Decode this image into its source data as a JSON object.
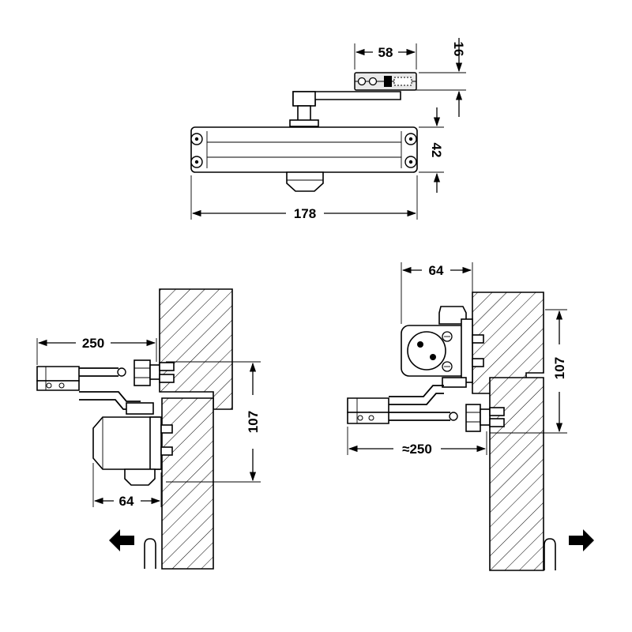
{
  "top_view": {
    "dims": {
      "arm_shoe_width": "58",
      "arm_shoe_height": "16",
      "body_height": "42",
      "body_length": "178"
    }
  },
  "left_view": {
    "dims": {
      "arm_reach": "250",
      "mount_height": "107",
      "body_depth": "64"
    },
    "direction_arrow": "arrow-left-icon"
  },
  "right_view": {
    "dims": {
      "body_depth": "64",
      "mount_height": "107",
      "arm_reach": "≈250"
    },
    "direction_arrow": "arrow-right-icon"
  }
}
